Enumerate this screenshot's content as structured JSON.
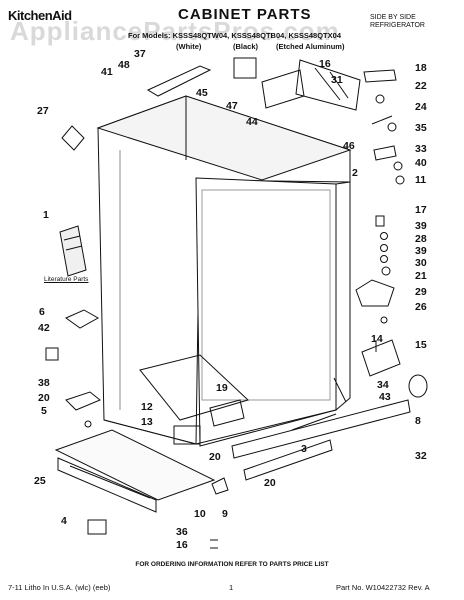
{
  "header": {
    "brand": "KitchenAid",
    "title": "CABINET PARTS",
    "doc_type": "SIDE BY SIDE REFRIGERATOR",
    "models_line": "For Models: KSSS48QTW04, KSSS48QTB04, KSSS48QTX04",
    "variant_white": "(White)",
    "variant_black": "(Black)",
    "variant_steel": "(Etched Aluminum)"
  },
  "watermark": "AppliancePartsPros.com",
  "literature_label": "Literature Parts",
  "callouts": [
    "37",
    "48",
    "41",
    "45",
    "47",
    "44",
    "16",
    "31",
    "18",
    "22",
    "24",
    "35",
    "33",
    "40",
    "11",
    "27",
    "46",
    "2",
    "1",
    "17",
    "39",
    "28",
    "39",
    "30",
    "21",
    "29",
    "26",
    "14",
    "15",
    "6",
    "42",
    "8",
    "38",
    "20",
    "5",
    "12",
    "13",
    "19",
    "20",
    "34",
    "43",
    "3",
    "20",
    "32",
    "25",
    "4",
    "10",
    "9",
    "36",
    "16"
  ],
  "footer": {
    "note": "FOR ORDERING INFORMATION REFER TO PARTS PRICE LIST",
    "left": "7-11 Litho In U.S.A. (wlc) (eeb)",
    "page": "1",
    "right": "Part No. W10422732 Rev. A"
  }
}
